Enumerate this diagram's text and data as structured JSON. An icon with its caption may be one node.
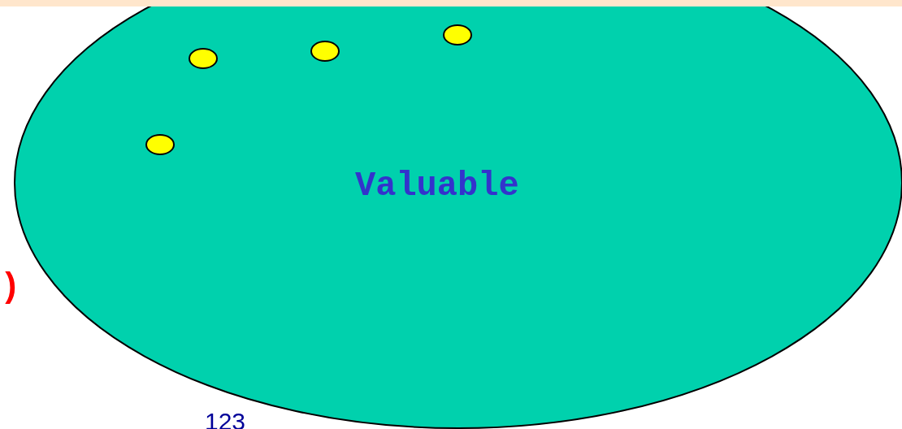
{
  "diagram": {
    "nodes": [
      {
        "text": [
          "Valuable"
        ]
      },
      {
        "text": [],
        "shape": "circle",
        "in": 0
      },
      {
        "text": [],
        "shape": "circle",
        "in": 0
      },
      {
        "text": [],
        "shape": "circle",
        "in": 0
      },
      {
        "text": [],
        "shape": "circle",
        "in": 0
      }
    ],
    "labels": [
      ")",
      "123"
    ]
  }
}
